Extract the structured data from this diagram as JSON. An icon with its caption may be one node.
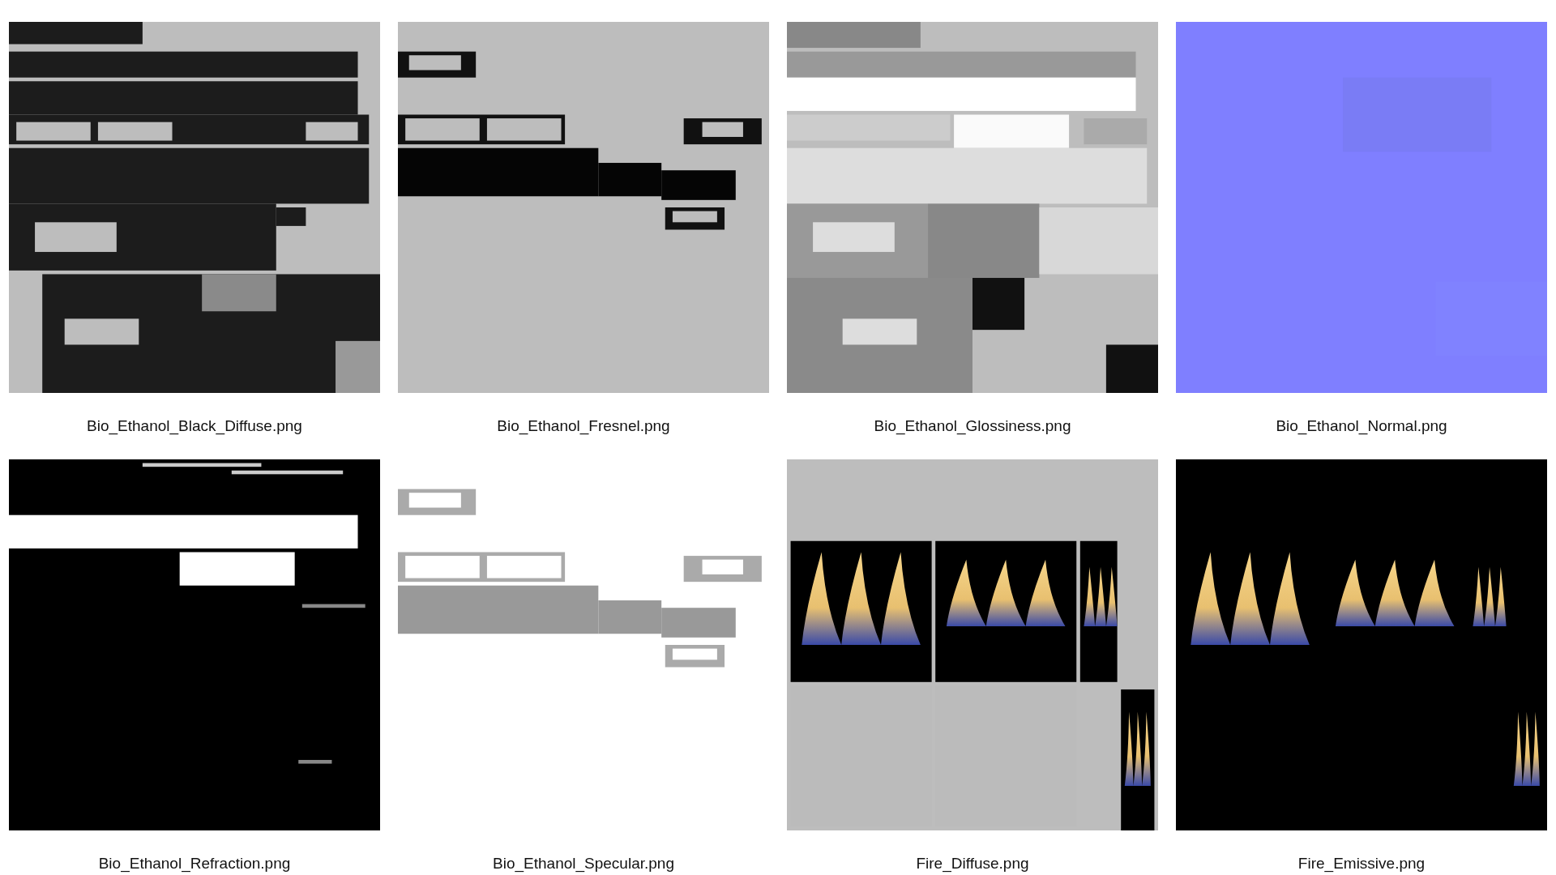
{
  "diagram": {
    "nodes": [
      {
        "text": [
          "Bio_Ethanol_Black_Diffuse.png"
        ]
      },
      {
        "text": [
          "Bio_Ethanol_Fresnel.png"
        ]
      },
      {
        "text": [
          "Bio_Ethanol_Glossiness.png"
        ]
      },
      {
        "text": [
          "Bio_Ethanol_Normal.png"
        ]
      },
      {
        "text": [
          "Bio_Ethanol_Refraction.png"
        ]
      },
      {
        "text": [
          "Bio_Ethanol_Specular.png"
        ]
      },
      {
        "text": [
          "Fire_Diffuse.png"
        ]
      },
      {
        "text": [
          "Fire_Emissive.png"
        ]
      }
    ]
  }
}
